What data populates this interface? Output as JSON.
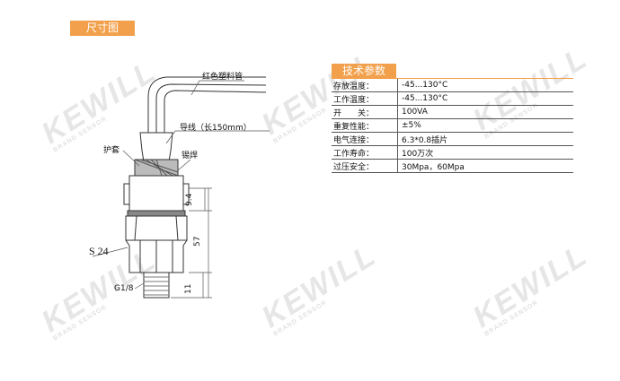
{
  "dimension_tag": "尺寸图",
  "spec_tag": "技术参数",
  "specs": [
    {
      "key": "存放温度：",
      "value": "-45...130°C"
    },
    {
      "key": "工作温度：",
      "value": "-45...130°C"
    },
    {
      "key": "开　　关：",
      "value": "100VA"
    },
    {
      "key": "重复性能：",
      "value": "±5%"
    },
    {
      "key": "电气连接：",
      "value": "6.3*0.8插片"
    },
    {
      "key": "工作寿命：",
      "value": "100万次"
    },
    {
      "key": "过压安全：",
      "value": "30Mpa，60Mpa"
    }
  ],
  "drawing": {
    "label_tube": "红色塑料管",
    "label_wire": "导线（长150mm）",
    "label_sleeve": "护套",
    "label_tin": "锡焊",
    "label_s": "S 24",
    "label_thread": "G1/8",
    "dim_94": "9.4",
    "dim_57": "57",
    "dim_11": "11"
  },
  "watermark": {
    "text": "KEWILL",
    "sub": "BRAND SENSOR"
  },
  "colors": {
    "accent": "#f2a04b"
  }
}
